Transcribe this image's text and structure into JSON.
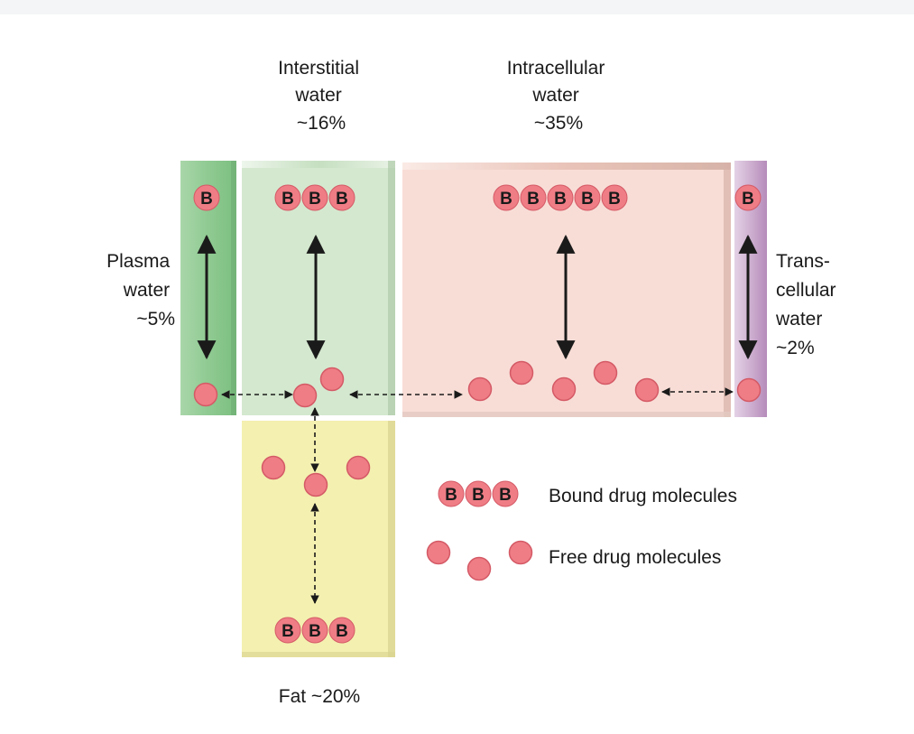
{
  "compartments": {
    "interstitial": {
      "label_lines": [
        "Interstitial",
        "water",
        "~16%"
      ],
      "color": "#d4e8cf"
    },
    "intracellular": {
      "label_lines": [
        "Intracellular",
        "water",
        "~35%"
      ],
      "color": "#f8ddd6"
    },
    "plasma": {
      "label_lines": [
        "Plasma",
        "water",
        "~5%"
      ],
      "color": "#8fca92"
    },
    "transcellular": {
      "label_lines": [
        "Trans-",
        "cellular",
        "water",
        "~2%"
      ],
      "color": "#c9a8cc"
    },
    "fat": {
      "label": "Fat ~20%",
      "color": "#f4f0b0"
    }
  },
  "bound_marker": "B",
  "molecule_color": "#ef7d86",
  "legend": {
    "bound_label": "Bound drug molecules",
    "free_label": "Free drug molecules"
  }
}
